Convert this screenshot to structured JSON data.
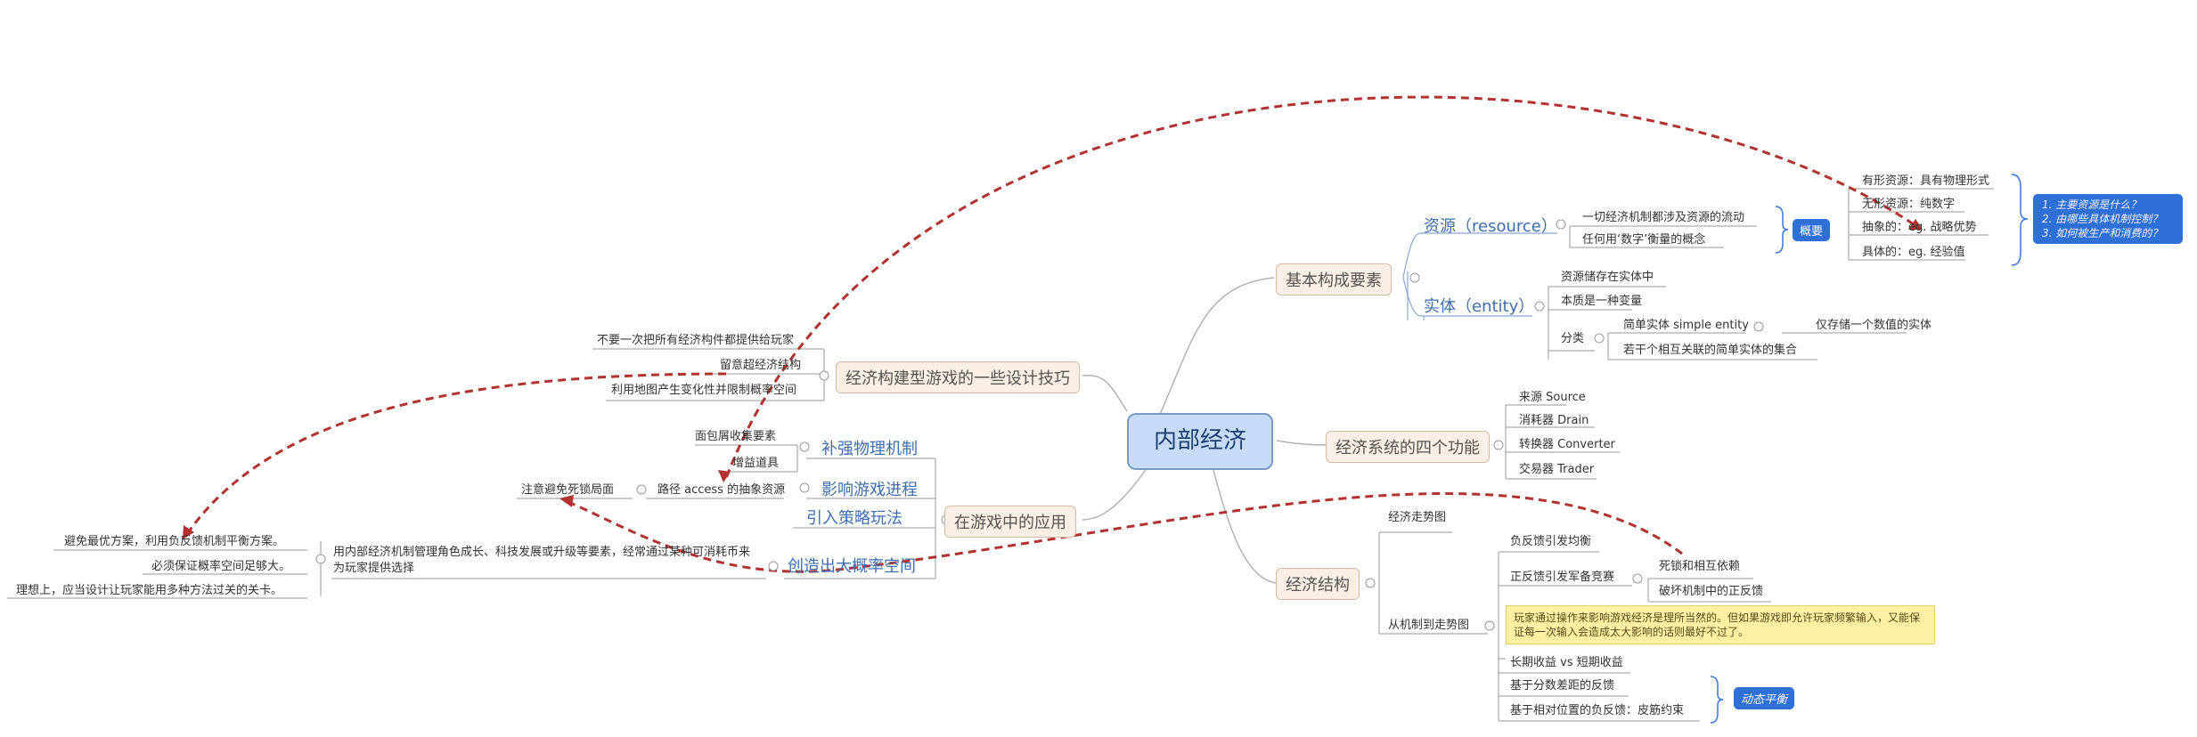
{
  "center": "内部经济",
  "right": {
    "basic": {
      "label": "基本构成要素",
      "resource": {
        "label": "资源（resource）",
        "items": [
          "一切经济机制都涉及资源的流动",
          "任何用‘数字’衡量的概念"
        ],
        "summary_badge": "概要",
        "kinds": [
          "有形资源：具有物理形式",
          "无形资源：纯数字",
          "抽象的：eg. 战略优势",
          "具体的：eg. 经验值"
        ],
        "questions": [
          "1. 主要资源是什么？",
          "2. 由哪些具体机制控制？",
          "3. 如何被生产和消费的？"
        ]
      },
      "entity": {
        "label": "实体（entity）",
        "items": [
          "资源储存在实体中",
          "本质是一种变量"
        ],
        "classify": "分类",
        "simple": "简单实体  simple entity",
        "simple_desc": "仅存储一个数值的实体",
        "compound": "若干个相互关联的简单实体的集合"
      }
    },
    "four_functions": {
      "label": "经济系统的四个功能",
      "items": [
        "来源 Source",
        "消耗器 Drain",
        "转换器 Converter",
        "交易器 Trader"
      ]
    },
    "structure": {
      "label": "经济结构",
      "trend": "经济走势图",
      "mechanism": "从机制到走势图",
      "neg_balance": "负反馈引发均衡",
      "pos_race": "正反馈引发军备竞赛",
      "deadlock": "死锁和相互依赖",
      "break_loop": "破坏机制中的正反馈",
      "note": "玩家通过操作来影响游戏经济是理所当然的。但如果游戏即允许玩家频繁输入，又能保证每一次输入会造成太大影响的话则最好不过了。",
      "long_short": "长期收益 vs 短期收益",
      "score_diff": "基于分数差距的反馈",
      "pos_neg": "基于相对位置的负反馈：皮筋约束",
      "dynamic": "动态平衡"
    }
  },
  "left": {
    "tips": {
      "label": "经济构建型游戏的一些设计技巧",
      "items": [
        "不要一次把所有经济构件都提供给玩家",
        "留意超经济结构",
        "利用地图产生变化性并限制概率空间"
      ]
    },
    "apply": {
      "label": "在游戏中的应用",
      "physics": "补强物理机制",
      "physics_items": [
        "面包屑收集要素",
        "增益道具"
      ],
      "progress": "影响游戏进程",
      "progress_item": "路径  access 的抽象资源",
      "progress_note": "注意避免死锁局面",
      "strategy": "引入策略玩法",
      "space": "创造出大概率空间",
      "space_desc": "用内部经济机制管理角色成长、科技发展或升级等要素，经常通过某种可消耗币来为玩家提供选择",
      "space_items": [
        "避免最优方案，利用负反馈机制平衡方案。",
        "必须保证概率空间足够大。",
        "理想上，应当设计让玩家能用多种方法过关的关卡。"
      ]
    }
  }
}
